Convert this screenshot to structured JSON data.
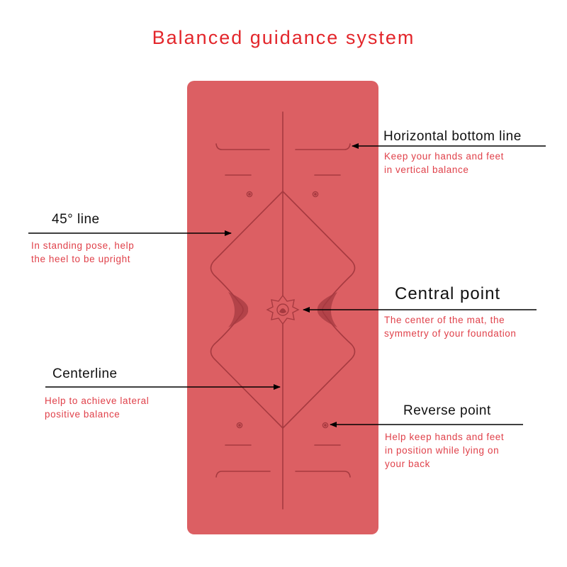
{
  "title": "Balanced guidance system",
  "colors": {
    "title": "#e3262b",
    "mat": "#dc5f63",
    "mat_lines": "#a63a40",
    "description": "#e0414a",
    "arrows": "#000000"
  },
  "icons": {
    "central_emblem": "lotus-mandala-icon",
    "reverse_point": "ring-dot-icon"
  },
  "labels": {
    "horizontal_bottom_line": {
      "title": "Horizontal bottom line",
      "description": [
        "Keep your hands and feet",
        "in vertical balance"
      ]
    },
    "line_45": {
      "title": "45° line",
      "description": [
        "In standing pose, help",
        "the heel to be upright"
      ]
    },
    "central_point": {
      "title": "Central  point",
      "description": [
        "The center of the mat, the",
        "symmetry of your foundation"
      ]
    },
    "centerline": {
      "title": "Centerline",
      "description": [
        "Help to achieve lateral",
        "positive balance"
      ]
    },
    "reverse_point": {
      "title": "Reverse point",
      "description": [
        "Help keep hands and feet",
        "in position while lying on",
        "your back"
      ]
    }
  }
}
